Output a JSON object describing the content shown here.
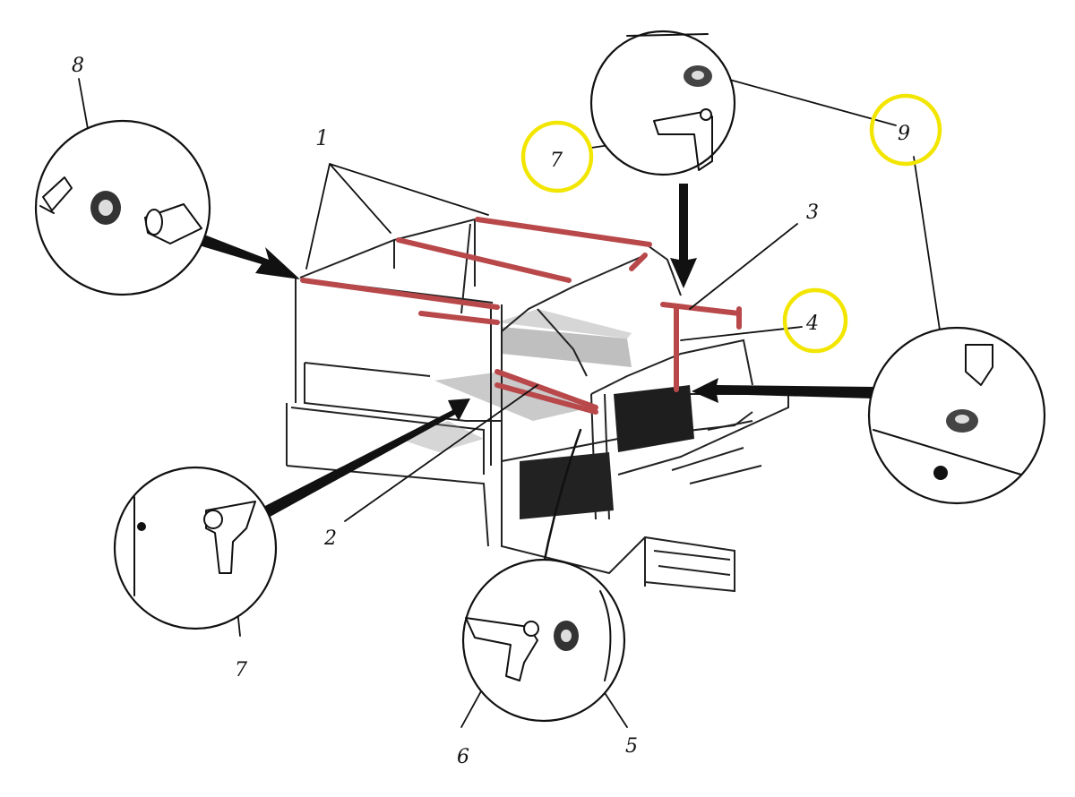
{
  "callouts": [
    {
      "id": "c1",
      "text": "1"
    },
    {
      "id": "c2",
      "text": "2"
    },
    {
      "id": "c3",
      "text": "3"
    },
    {
      "id": "c4",
      "text": "4"
    },
    {
      "id": "c5",
      "text": "5"
    },
    {
      "id": "c6",
      "text": "6"
    },
    {
      "id": "c7a",
      "text": "7"
    },
    {
      "id": "c7b",
      "text": "7"
    },
    {
      "id": "c8",
      "text": "8"
    },
    {
      "id": "c9",
      "text": "9"
    }
  ],
  "highlighted_callouts": [
    "7",
    "9",
    "4"
  ],
  "colors": {
    "highlight_ring": "#f2e600",
    "frame_bars": "#b8484a",
    "ink": "#111111"
  }
}
